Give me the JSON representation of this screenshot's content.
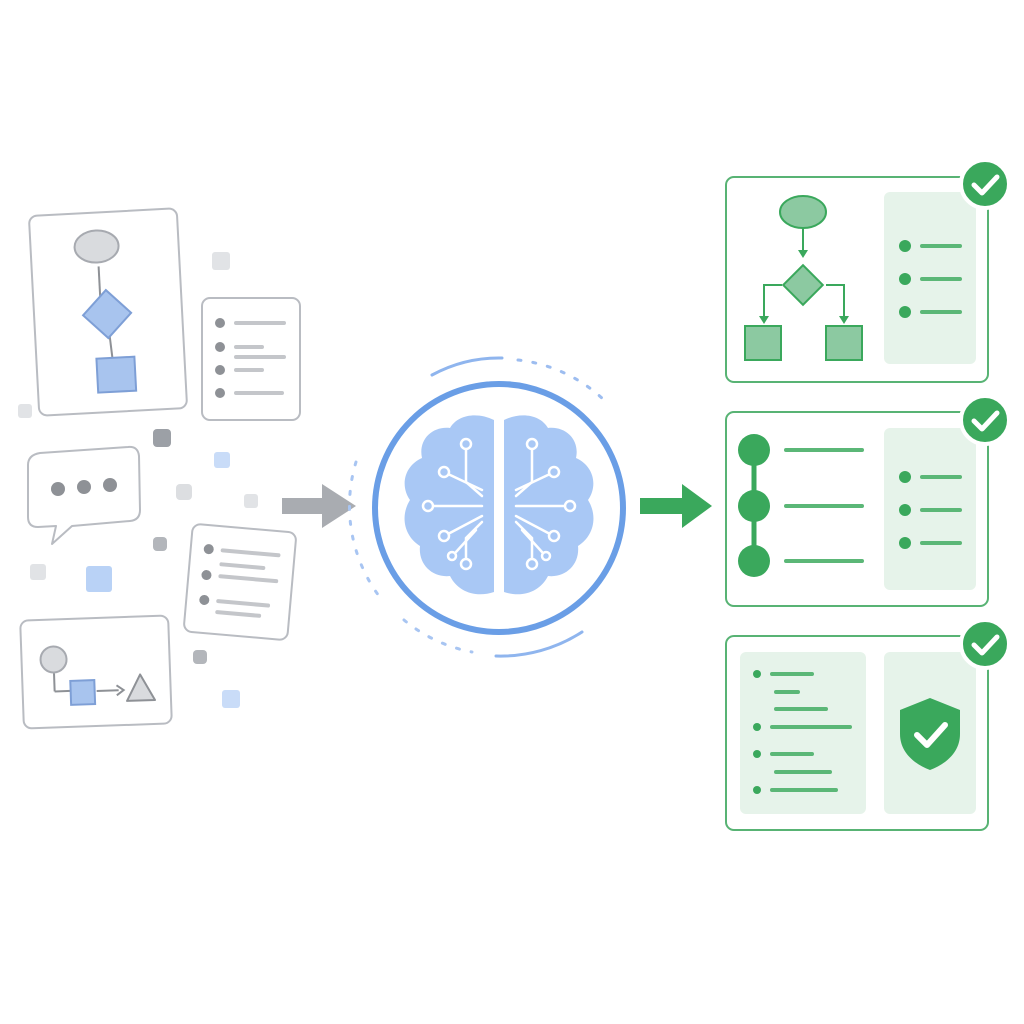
{
  "colors": {
    "background": "#ffffff",
    "input_stroke": "#b9bcc2",
    "input_gray_fill": "#d9dbde",
    "input_gray_dark": "#8e9196",
    "input_blue_fill": "#a8c4ee",
    "input_blue_stroke": "#7e9fd6",
    "brain_fill": "#a9c8f5",
    "brain_ring": "#6a9ee6",
    "brain_circuit": "#ffffff",
    "output_green": "#3aa85c",
    "output_green_fill": "#8cc9a1",
    "output_panel_fill": "#e6f3ea",
    "output_card_stroke": "#58b374",
    "arrow_gray": "#a9acb1",
    "arrow_green": "#3aa85c"
  },
  "icons": {
    "check": "check-circle-icon",
    "shield": "shield-check-icon",
    "brain": "brain-circuit-icon",
    "chat": "chat-bubble-icon"
  },
  "diagram": {
    "inputs": [
      "flowchart-doc",
      "list-doc",
      "chat-bubble",
      "list-doc",
      "shape-process-card"
    ],
    "processor": "ai-brain",
    "outputs": [
      "structured-flowchart",
      "timeline-summary",
      "verified-document"
    ]
  }
}
